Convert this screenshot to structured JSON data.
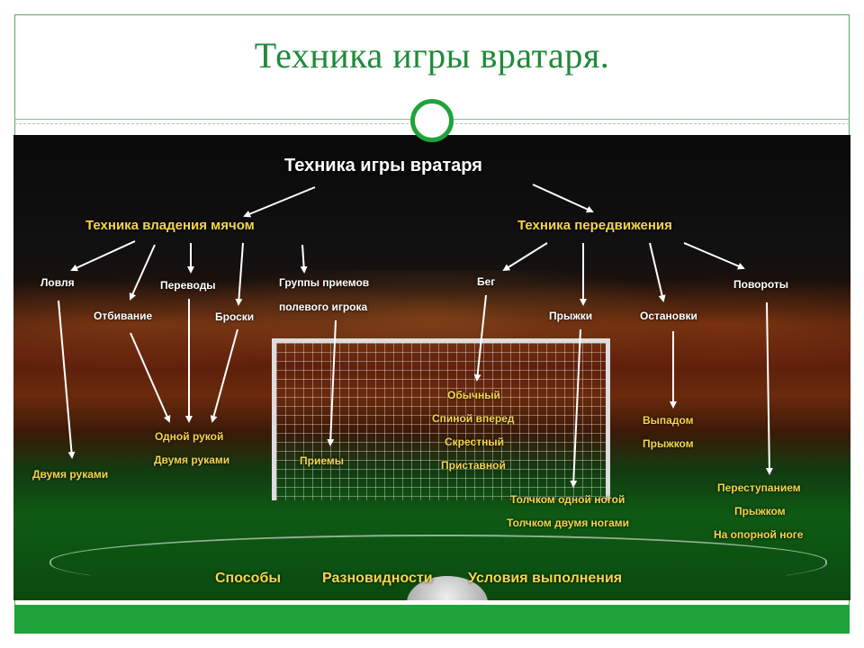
{
  "slide": {
    "title": "Техника игры вратаря.",
    "accent_color": "#1fa33a"
  },
  "diagram": {
    "root": "Техника игры вратаря",
    "ball_handling": {
      "title": "Техника владения мячом",
      "lovlya": "Ловля",
      "otbivanie": "Отбивание",
      "perevody": "Переводы",
      "broski": "Броски",
      "field_line1": "Группы приемов",
      "field_line2": "полевого игрока",
      "one_hand": "Одной рукой",
      "two_hands": "Двумя руками",
      "two_hands_lovlya": "Двумя руками",
      "priemy": "Приемы"
    },
    "movement": {
      "title": "Техника передвижения",
      "beg": "Бег",
      "pryzhki": "Прыжки",
      "ostanovki": "Остановки",
      "povoroty": "Повороты",
      "run_types": [
        "Обычный",
        "Спиной вперед",
        "Скрестный",
        "Приставной"
      ],
      "jump_types": [
        "Толчком одной ногой",
        "Толчком двумя ногами"
      ],
      "stop_types": [
        "Выпадом",
        "Прыжком"
      ],
      "turn_types": [
        "Переступанием",
        "Прыжком",
        "На опорной ноге"
      ]
    },
    "footer": [
      "Способы",
      "Разновидности",
      "Условия выполнения"
    ]
  }
}
